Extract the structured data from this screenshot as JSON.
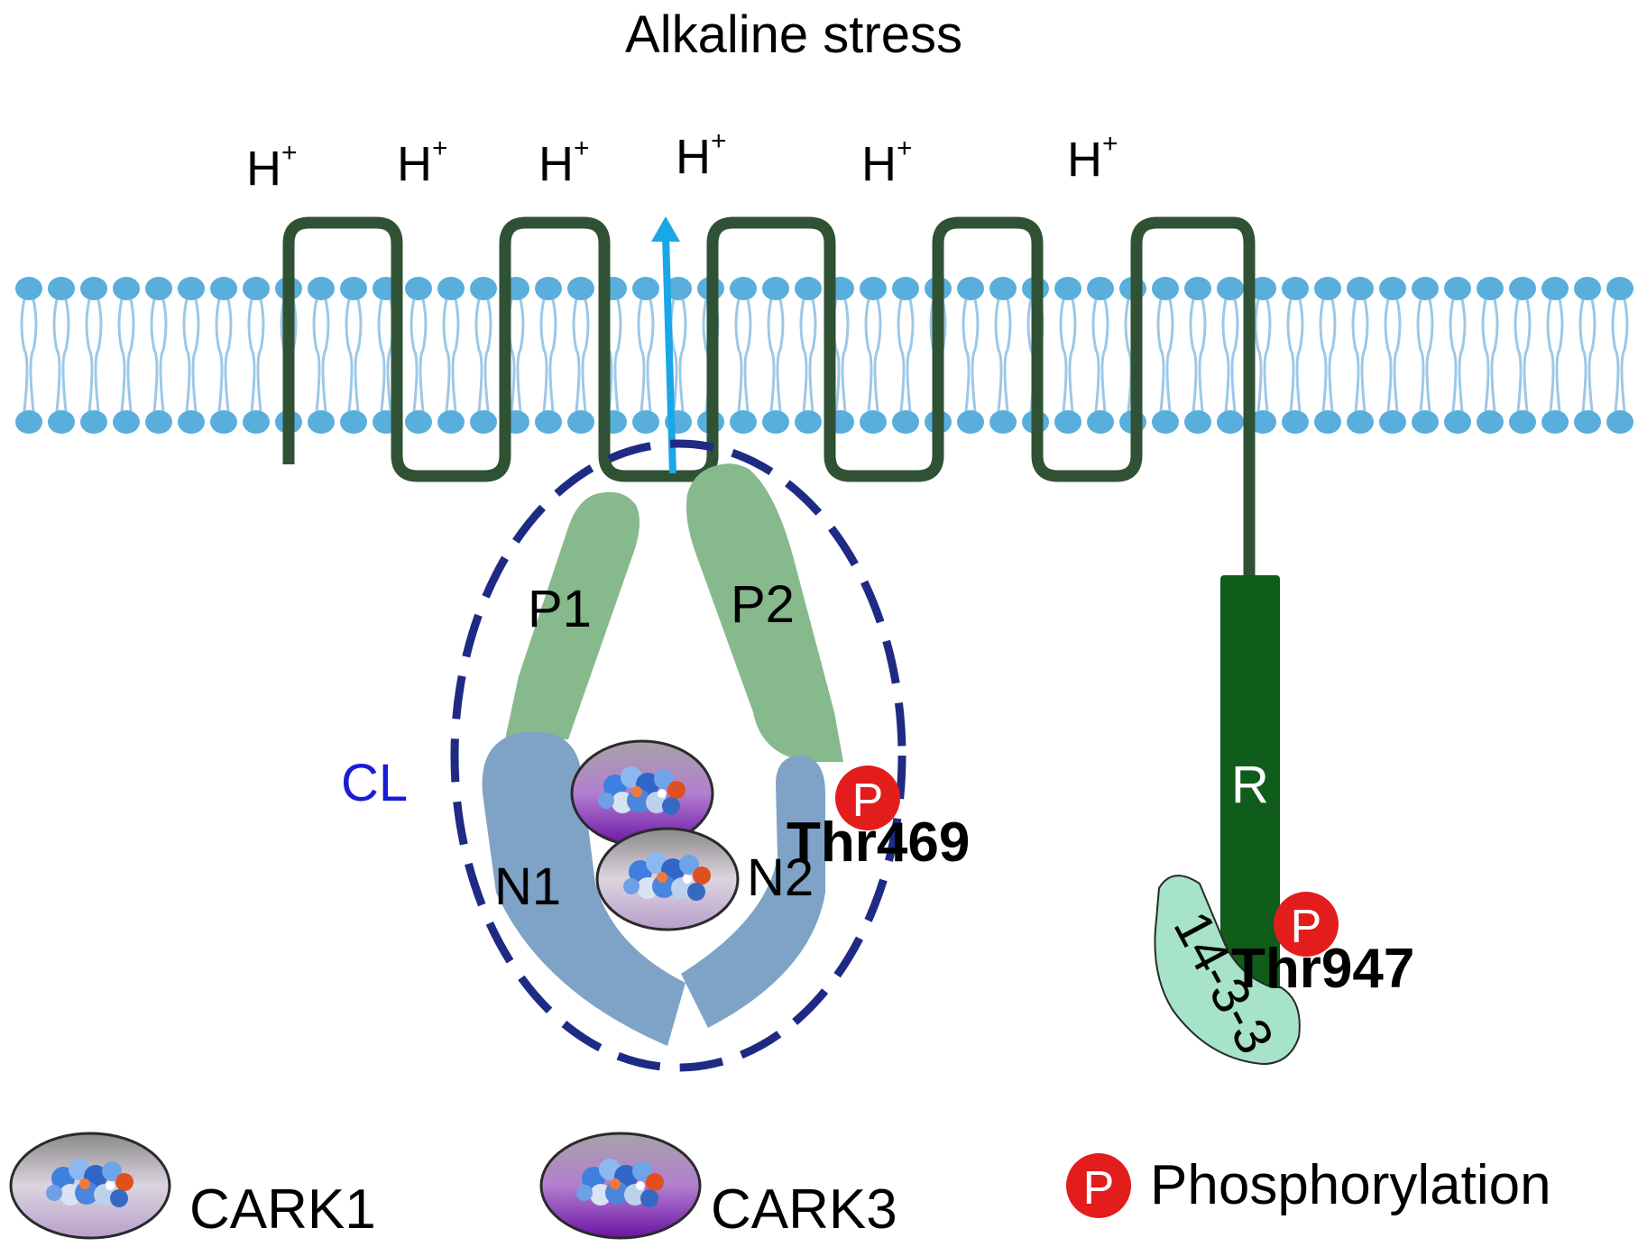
{
  "title": "Alkaline stress",
  "proton": {
    "base": "H",
    "charge": "+"
  },
  "domains": {
    "p1": "P1",
    "p2": "P2",
    "n1": "N1",
    "n2": "N2",
    "cl": "CL",
    "r": "R",
    "fourteen33": "14-3-3"
  },
  "sites": {
    "p_symbol": "P",
    "thr469": "Thr469",
    "thr947": "Thr947"
  },
  "legend": {
    "cark1": "CARK1",
    "cark3": "CARK3",
    "phosphorylation": "Phosphorylation"
  },
  "colors": {
    "membrane_head": "#5aaedc",
    "membrane_tail": "#9cc8e8",
    "transmembrane_chain": "#2f5234",
    "p_domain": "#86b98c",
    "n_domain": "#7fa3c6",
    "r_domain": "#0f5c1b",
    "cl_outline": "#1f2a85",
    "cl_label": "#1a1adc",
    "arrow": "#1aa7e8",
    "phospho": "#e31c1c",
    "fourteen33": "#a6e3c8",
    "cark1_fill": "#b9a8c4",
    "cark3_fill": "#8a2fb8"
  },
  "icons": {
    "cark1": "cark1-protein-icon",
    "cark3": "cark3-protein-icon",
    "phosphorylation": "phosphorylation-icon"
  }
}
